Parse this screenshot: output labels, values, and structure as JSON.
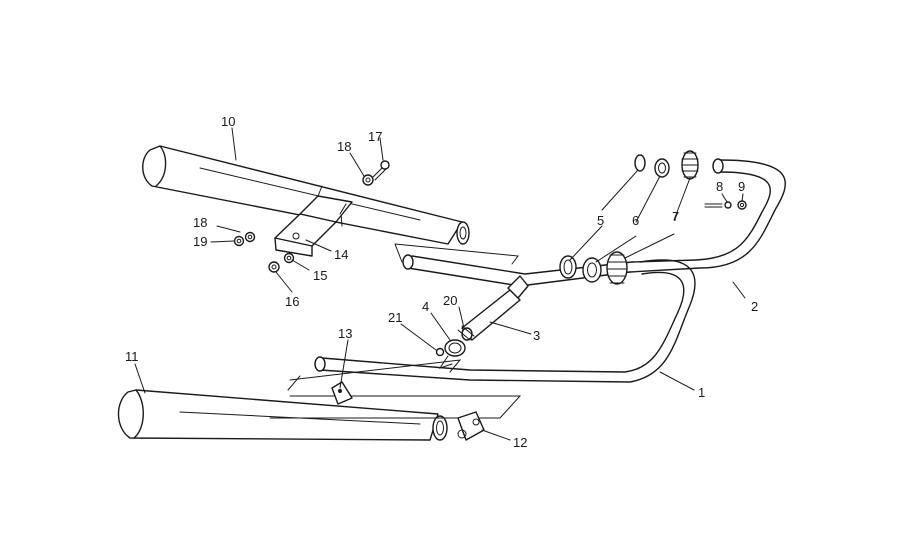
{
  "diagram": {
    "colors": {
      "line": "#1a1a1a",
      "background": "#ffffff"
    },
    "labels": {
      "p1": "1",
      "p2": "2",
      "p3": "3",
      "p4": "4",
      "p5": "5",
      "p6": "6",
      "p7": "7",
      "p8": "8",
      "p9": "9",
      "p10": "10",
      "p11": "11",
      "p12": "12",
      "p13": "13",
      "p14": "14",
      "p15": "15",
      "p16": "16",
      "p17": "17",
      "p18a": "18",
      "p18b": "18",
      "p19": "19",
      "p20": "20",
      "p21": "21"
    }
  }
}
